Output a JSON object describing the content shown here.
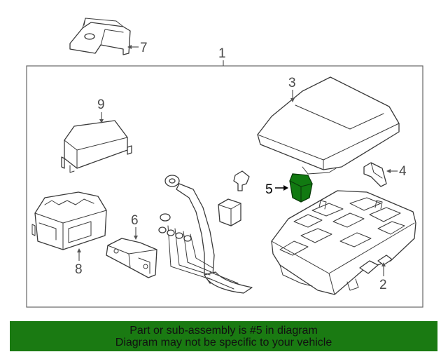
{
  "callouts": {
    "c1": "1",
    "c2": "2",
    "c3": "3",
    "c4": "4",
    "c5": "5",
    "c6": "6",
    "c7": "7",
    "c8": "8",
    "c9": "9"
  },
  "highlight": {
    "part": "5",
    "color": "#0f7a0f"
  },
  "banner": {
    "line1": "Part or sub-assembly is #5 in diagram",
    "line2": "Diagram may not be specific to your vehicle",
    "background": "#1a7a12"
  }
}
